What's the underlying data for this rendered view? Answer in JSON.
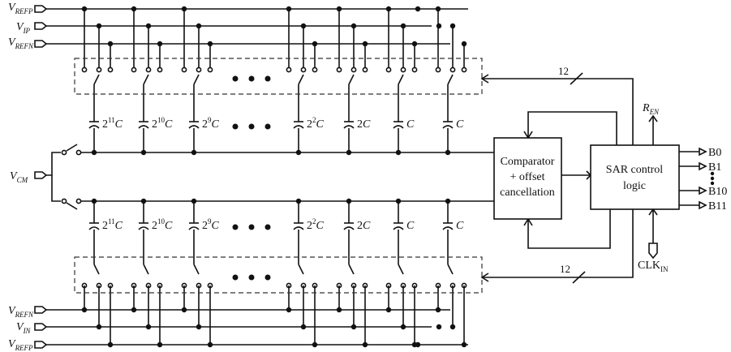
{
  "signals": {
    "refp": {
      "main": "V",
      "sub": "REFP"
    },
    "ip": {
      "main": "V",
      "sub": "IP"
    },
    "refn": {
      "main": "V",
      "sub": "REFN"
    },
    "cm": {
      "main": "V",
      "sub": "CM"
    },
    "in": {
      "main": "V",
      "sub": "IN"
    },
    "ren": {
      "main": "R",
      "sub": "EN"
    },
    "clk": {
      "main": "CLK",
      "sub": "IN"
    }
  },
  "capacitors": [
    {
      "base": "2",
      "exp": "11",
      "unit": "C"
    },
    {
      "base": "2",
      "exp": "10",
      "unit": "C"
    },
    {
      "base": "2",
      "exp": "9",
      "unit": "C"
    },
    {
      "base": "2",
      "exp": "2",
      "unit": "C"
    },
    {
      "base": "2",
      "exp": "",
      "unit": "C"
    },
    {
      "base": "",
      "exp": "",
      "unit": "C"
    },
    {
      "base": "",
      "exp": "",
      "unit": "C"
    }
  ],
  "comparator": {
    "line1": "Comparator",
    "line2": "+ offset",
    "line3": "cancellation"
  },
  "sar": {
    "line1": "SAR control",
    "line2": "logic"
  },
  "bus_width_top": "12",
  "bus_width_bottom": "12",
  "outputs": [
    "B0",
    "B1",
    "B10",
    "B11"
  ],
  "colors": {
    "line": "#111111",
    "dash": "#333333"
  }
}
